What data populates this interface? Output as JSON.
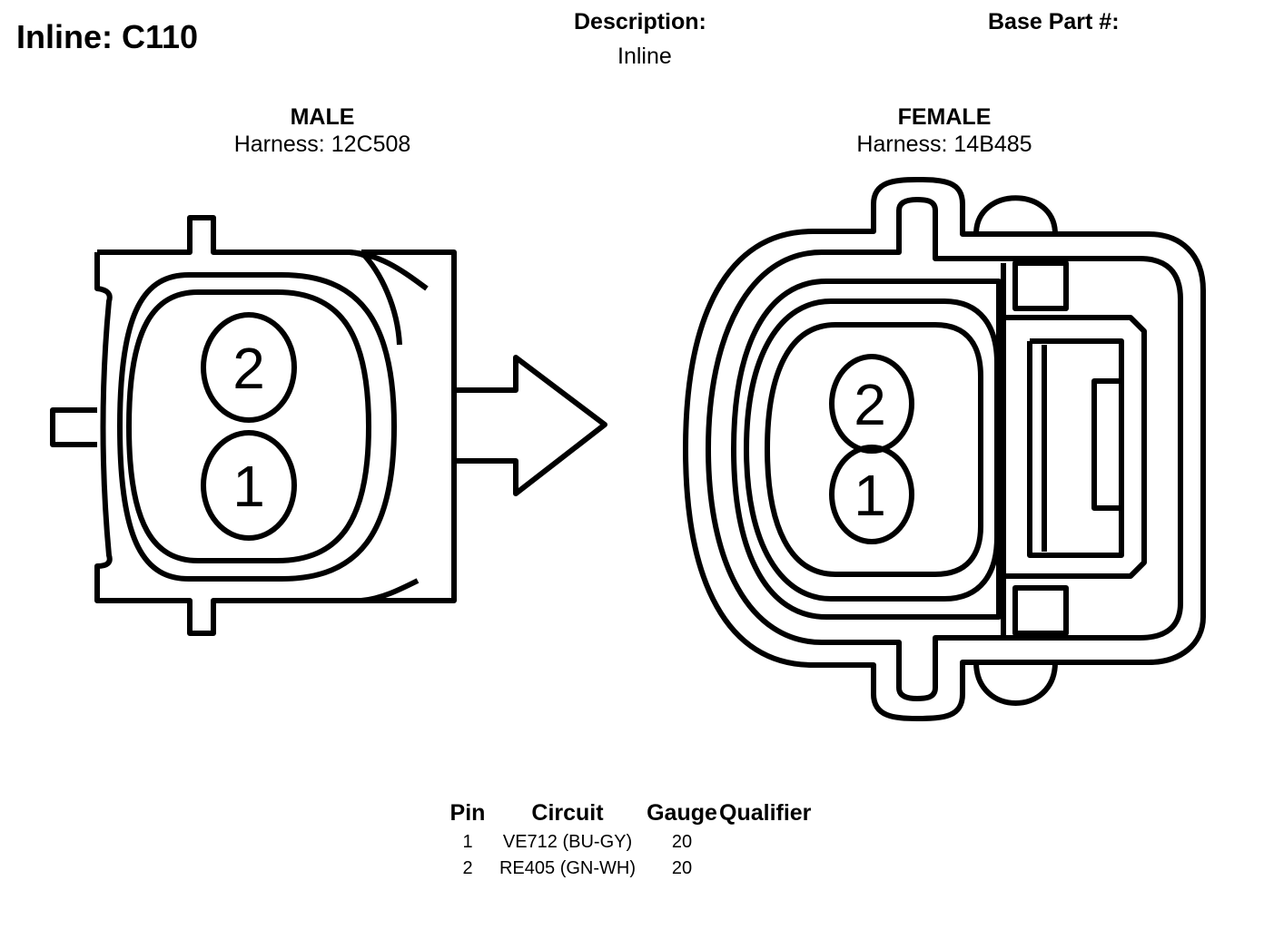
{
  "header": {
    "title": "Inline: C110",
    "description_label": "Description:",
    "description_value": "Inline",
    "base_part_label": "Base Part #:"
  },
  "male": {
    "label": "MALE",
    "harness": "Harness: 12C508",
    "pins": [
      "2",
      "1"
    ]
  },
  "female": {
    "label": "FEMALE",
    "harness": "Harness: 14B485",
    "pins": [
      "2",
      "1"
    ]
  },
  "table": {
    "headers": {
      "pin": "Pin",
      "circuit": "Circuit",
      "gauge": "Gauge",
      "qualifier": "Qualifier"
    },
    "rows": [
      {
        "pin": "1",
        "circuit": "VE712 (BU-GY)",
        "gauge": "20",
        "qualifier": ""
      },
      {
        "pin": "2",
        "circuit": "RE405 (GN-WH)",
        "gauge": "20",
        "qualifier": ""
      }
    ]
  }
}
